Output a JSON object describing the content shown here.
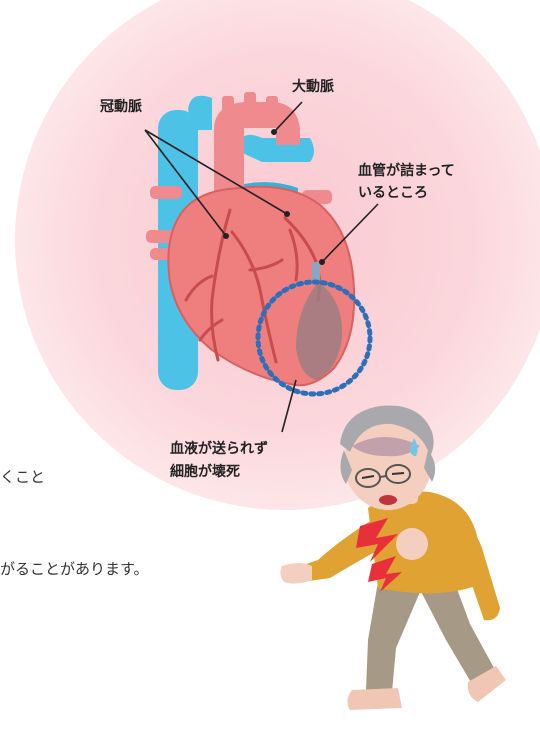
{
  "labels": {
    "coronary": "冠動脈",
    "aorta": "大動脈",
    "blockage_line1": "血管が詰まって",
    "blockage_line2": "いるところ",
    "necrosis_line1": "血液が送られず",
    "necrosis_line2": "細胞が壊死"
  },
  "body_text": {
    "fragment1": "くこと",
    "fragment2": "がることがあります。"
  },
  "colors": {
    "halo": "#fbd9de",
    "heart": "#ef8383",
    "heart_dark": "#d95c5c",
    "vessel_blue": "#4cc3e6",
    "circle_outline": "#2d6fb8",
    "man_shirt": "#e0a233",
    "man_pants": "#a69a86",
    "lightning": "#e8303a"
  }
}
